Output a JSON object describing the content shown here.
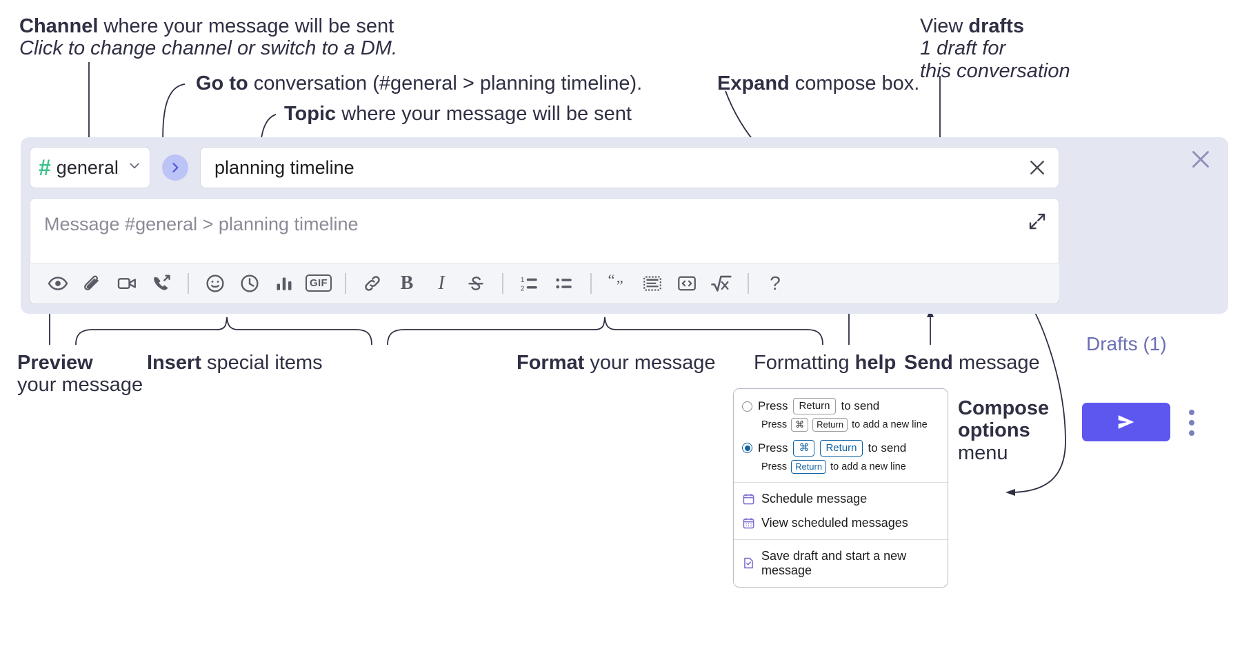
{
  "annotations": {
    "channel": {
      "bold": "Channel",
      "rest": " where your message will be sent",
      "italic": "Click to change channel or switch to a DM."
    },
    "goto": {
      "bold": "Go to",
      "rest": " conversation (#general > planning timeline)."
    },
    "topic": {
      "bold": "Topic",
      "rest": " where your message will be sent"
    },
    "expand": {
      "bold": "Expand",
      "rest": " compose box."
    },
    "drafts": {
      "line1a": "View ",
      "line1b": "drafts",
      "line2": "1 draft for",
      "line3": "this conversation"
    },
    "preview": {
      "bold": "Preview",
      "rest": "your message"
    },
    "insert": {
      "bold": "Insert",
      "rest": " special items"
    },
    "format": {
      "bold": "Format",
      "rest": " your message"
    },
    "help": {
      "rest": "Formatting ",
      "bold": "help"
    },
    "send": {
      "bold": "Send",
      "rest": " message"
    },
    "compose_options": {
      "line1": "Compose",
      "line2": "options",
      "line3": "menu"
    }
  },
  "compose": {
    "channel": {
      "hash": "#",
      "name": "general",
      "chevron": "⌄"
    },
    "goto_button": {
      "glyph": "›"
    },
    "topic": {
      "value": "planning timeline",
      "clear_icon": "close-icon"
    },
    "message": {
      "placeholder": "Message #general > planning timeline",
      "value": ""
    },
    "toolbar": [
      {
        "name": "preview-icon",
        "label": "Preview"
      },
      {
        "name": "attachment-icon",
        "label": "Attach file"
      },
      {
        "name": "video-icon",
        "label": "Video clip"
      },
      {
        "name": "audio-call-icon",
        "label": "Audio clip"
      },
      {
        "name": "divider",
        "label": ""
      },
      {
        "name": "emoji-icon",
        "label": "Emoji"
      },
      {
        "name": "clock-icon",
        "label": "Reminder"
      },
      {
        "name": "poll-icon",
        "label": "Poll"
      },
      {
        "name": "gif-icon",
        "label": "GIF"
      },
      {
        "name": "divider",
        "label": ""
      },
      {
        "name": "link-icon",
        "label": "Link"
      },
      {
        "name": "bold-icon",
        "label": "B"
      },
      {
        "name": "italic-icon",
        "label": "I"
      },
      {
        "name": "strikethrough-icon",
        "label": "S"
      },
      {
        "name": "divider",
        "label": ""
      },
      {
        "name": "ordered-list-icon",
        "label": "Ordered list"
      },
      {
        "name": "bulleted-list-icon",
        "label": "Bulleted list"
      },
      {
        "name": "divider",
        "label": ""
      },
      {
        "name": "blockquote-icon",
        "label": "Blockquote"
      },
      {
        "name": "code-block-icon",
        "label": "Code block"
      },
      {
        "name": "code-icon",
        "label": "Code"
      },
      {
        "name": "math-icon",
        "label": "Math"
      },
      {
        "name": "divider",
        "label": ""
      },
      {
        "name": "help-icon",
        "label": "?"
      }
    ],
    "drafts_label": "Drafts (1)",
    "send_label": "send-icon",
    "close_label": "close-icon",
    "overflow_label": "compose-options-icon"
  },
  "menu": {
    "options": [
      {
        "selected": false,
        "main_pre": "Press",
        "main_keys": [
          "Return"
        ],
        "main_post": "to send",
        "sub_pre": "Press",
        "sub_keys": [
          "⌘",
          "Return"
        ],
        "sub_post": "to add a new line"
      },
      {
        "selected": true,
        "main_pre": "Press",
        "main_keys": [
          "⌘",
          "Return"
        ],
        "main_post": "to send",
        "sub_pre": "Press",
        "sub_keys": [
          "Return"
        ],
        "sub_post": "to add a new line"
      }
    ],
    "items": [
      {
        "icon": "calendar-icon",
        "label": "Schedule message"
      },
      {
        "icon": "calendar-grid-icon",
        "label": "View scheduled messages"
      },
      {
        "icon": "save-draft-icon",
        "label": "Save draft and start a new message"
      }
    ]
  },
  "colors": {
    "accent_purple": "#5d57ef",
    "drafts_text": "#6a6fb5",
    "hash_green": "#3ec28f",
    "goto_bg": "#bcc3f6",
    "panel_bg": "#e4e6f2",
    "radio_blue": "#1264a3"
  }
}
